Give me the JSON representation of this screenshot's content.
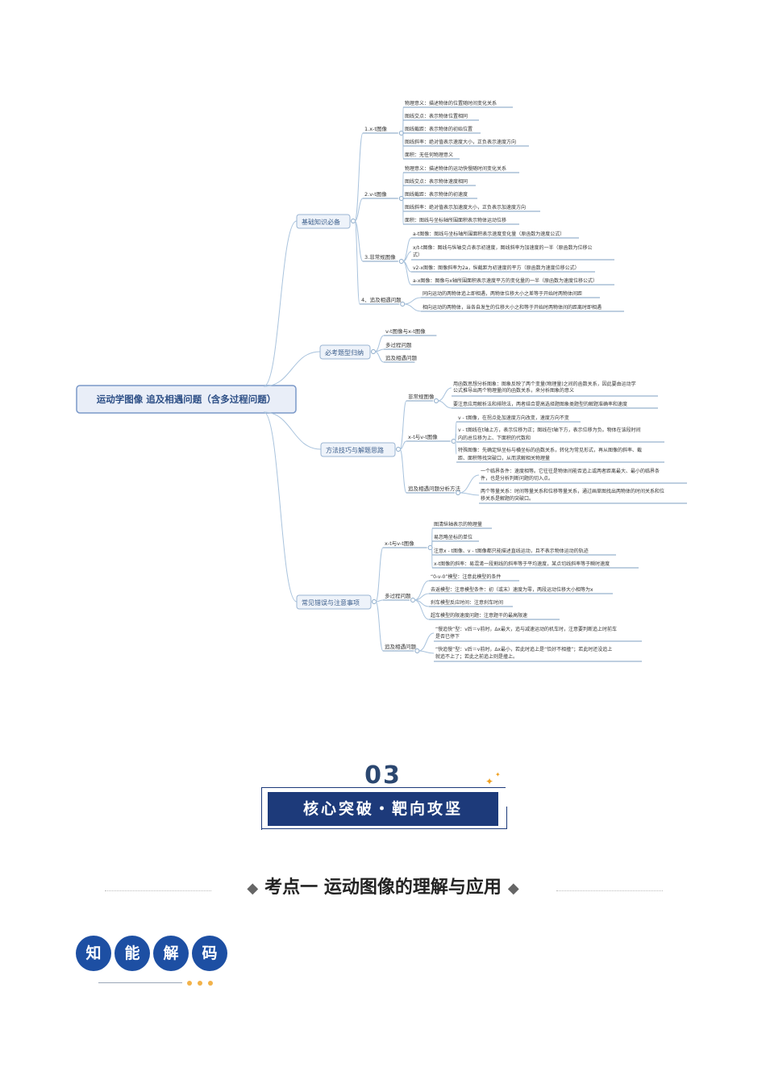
{
  "mindmap": {
    "root": "运动学图像 追及相遇问题（含多过程问题）",
    "branches": [
      {
        "label": "基础知识必备",
        "children": [
          {
            "label": "1.x-t图像",
            "leaves": [
              "物理意义：描述物体的位置随时间变化关系",
              "图线交点：表示物体位置相同",
              "图线截距：表示物体的初始位置",
              "图线斜率：绝对值表示速度大小，正负表示速度方向",
              "面积：无任何物理意义"
            ]
          },
          {
            "label": "2.v-t图像",
            "leaves": [
              "物理意义：描述物体的运动快慢随时间变化关系",
              "图线交点：表示物体速度相同",
              "图线截距：表示物体的初速度",
              "图线斜率：绝对值表示加速度大小，正负表示加速度方向",
              "面积：图线与坐标轴所围面积表示物体运动位移"
            ]
          },
          {
            "label": "3.非常规图像",
            "leaves": [
              "a-t图像：图线与坐标轴所围面积表示速度变化量（原函数为速度公式）",
              "x/t-t图像：图线与纵轴交点表示初速度，图线斜率为加速度的一半（原函数为位移公",
              "式）",
              "v2-x图像：图像斜率为2a，纵截距为初速度的平方（原函数为速度位移公式）",
              "a-x图像：图像与x轴所围面积表示速度平方的变化量的一半（原函数为速度位移公式）"
            ]
          },
          {
            "label": "4、追及相遇问题",
            "leaves": [
              "同向运动的两物体追上即相遇，两物体位移大小之差等于开始时两物体间距",
              "相向运动的两物体，当各自发生的位移大小之和等于开始时两物体间的距离时即相遇"
            ]
          }
        ]
      },
      {
        "label": "必考题型归纳",
        "children": [
          {
            "label": "v-t图像与x-t图像",
            "leaves": []
          },
          {
            "label": "多过程问题",
            "leaves": []
          },
          {
            "label": "追及相遇问题",
            "leaves": []
          }
        ]
      },
      {
        "label": "方法技巧与解题思路",
        "children": [
          {
            "label": "非常规图像",
            "leaves": [
              "用函数思想分析图象：图象反映了两个变量(物理量)之间的函数关系，因此要由运动学",
              "公式推导出两个物理量间的函数关系，来分析图象的意义",
              "要注意应用解析法和排除法，两者结合提高选择题图象类题型的解题准确率和速度"
            ]
          },
          {
            "label": "x-t与v-t图像",
            "leaves": [
              "v - t图像，在拐点处加速度方向改变，速度方向不变",
              "v - t图线在t轴上方，表示位移为正；图线在t轴下方，表示位移为负。物体在该段时间",
              "内的总位移为上、下面积的代数和",
              "特殊图像：先确定纵坐标与横坐标的函数关系，转化为常见形式，再从图像的斜率、截",
              "距、面积等找突破口，从而求解相关物理量"
            ]
          },
          {
            "label": "追及相遇问题分析方法",
            "leaves": [
              "一个临界条件：速度相等。它往往是物体间能否追上或两者距离最大、最小的临界条",
              "件，也是分析判断问题的切入点。",
              "两个等量关系：时间等量关系和位移等量关系，通过画草图找出两物体的时间关系和位",
              "移关系是解题的突破口。"
            ]
          }
        ]
      },
      {
        "label": "常见错误与注意事项",
        "children": [
          {
            "label": "x-t与v-t图像",
            "leaves": [
              "图清纵轴表示的物理量",
              "易忽略坐标的单位",
              "注意x - t图像、v - t图像都只能描述直线运动，且不表示物体运动的轨迹",
              "x-t图像的斜率：易混淆一段割线的斜率等于平均速度，某点切线斜率等于瞬时速度"
            ]
          },
          {
            "label": "多过程问题",
            "leaves": [
              "“0-v-0”模型：注意此模型的条件",
              "去返模型：注意模型条件：初（或末）速度为零，两段运动位移大小相等为x",
              "刹车模型反应时间：注意刹车时间",
              "超车模型的限速度问题：注意题干的最高限速"
            ]
          },
          {
            "label": "追及相遇问题",
            "leaves": [
              "“慢追快”型：v后＝v前时，Δx最大，追与减速运动的机车时，注意要判断追上时前车",
              "是否已停下",
              "“快追慢”型：v后＝v前时，Δx最小，若此时追上是“恰好不相撞”；若此时还没追上",
              "就追不上了；若此之前追上则是撞上。"
            ]
          }
        ]
      }
    ]
  },
  "section": {
    "number": "03",
    "banner": "核心突破・靶向攻坚"
  },
  "kaodian": {
    "title": "考点一  运动图像的理解与应用",
    "diamond": "◆"
  },
  "badges": [
    "知",
    "能",
    "解",
    "码"
  ],
  "colors": {
    "navy": "#1d3a7a",
    "badge": "#1d4fa3",
    "accent": "#f0a020",
    "line": "#a9c3dd"
  }
}
